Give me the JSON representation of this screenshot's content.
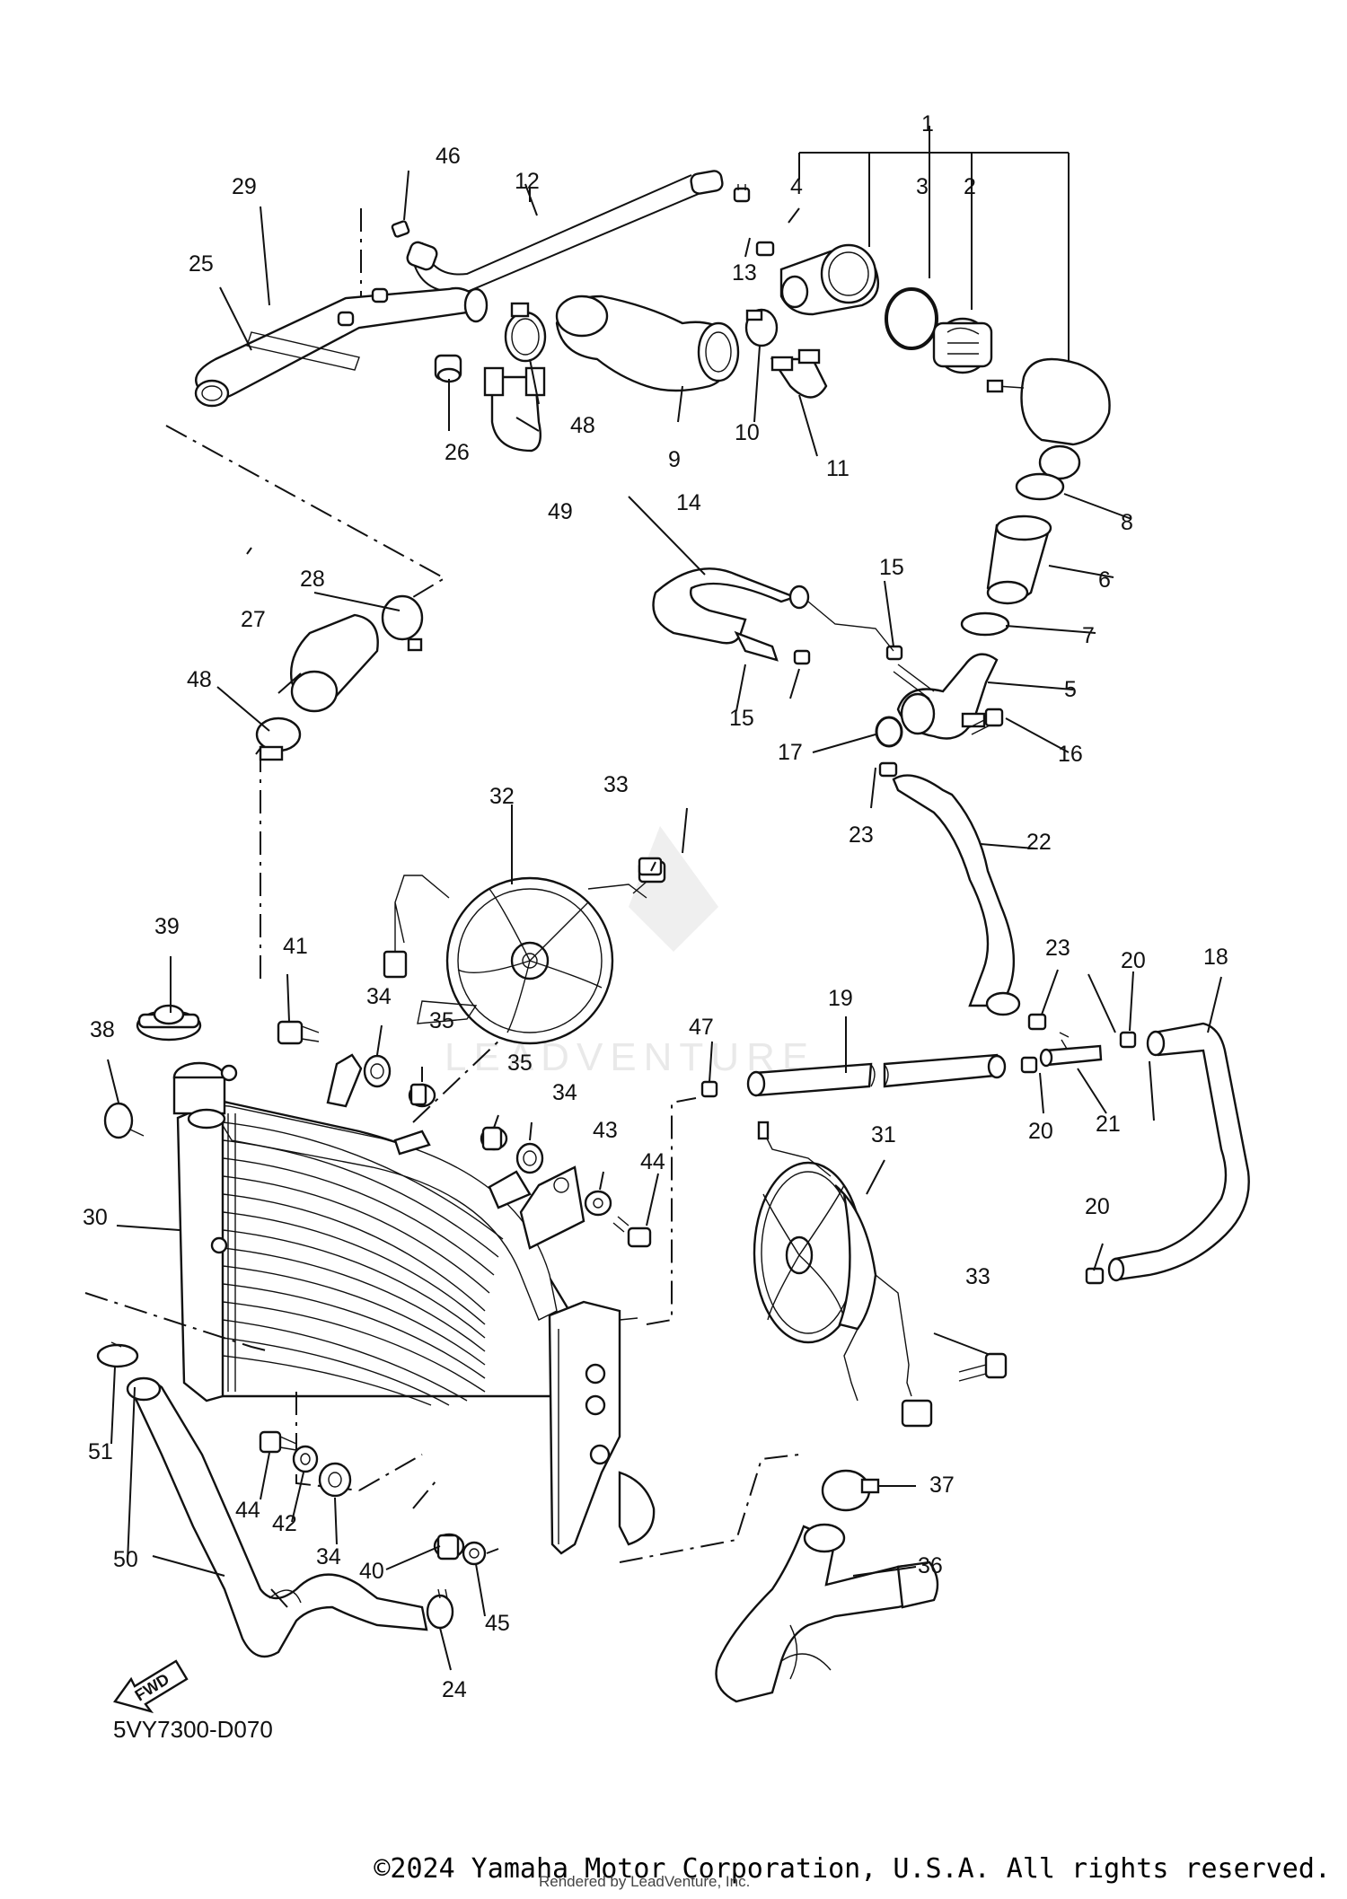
{
  "diagram_code": "5VY7300-D070",
  "fwd_label": "FWD",
  "watermark": "LEADVENTURE",
  "copyright": "©2024 Yamaha Motor Corporation, U.S.A. All rights reserved.",
  "rendered_by": "Rendered by LeadVenture, Inc.",
  "callouts": [
    {
      "n": "1"
    },
    {
      "n": "2"
    },
    {
      "n": "3"
    },
    {
      "n": "4"
    },
    {
      "n": "5"
    },
    {
      "n": "6"
    },
    {
      "n": "7"
    },
    {
      "n": "8"
    },
    {
      "n": "9"
    },
    {
      "n": "10"
    },
    {
      "n": "11"
    },
    {
      "n": "12"
    },
    {
      "n": "13"
    },
    {
      "n": "14"
    },
    {
      "n": "15"
    },
    {
      "n": "15"
    },
    {
      "n": "16"
    },
    {
      "n": "17"
    },
    {
      "n": "18"
    },
    {
      "n": "19"
    },
    {
      "n": "20"
    },
    {
      "n": "20"
    },
    {
      "n": "20"
    },
    {
      "n": "21"
    },
    {
      "n": "22"
    },
    {
      "n": "23"
    },
    {
      "n": "23"
    },
    {
      "n": "24"
    },
    {
      "n": "25"
    },
    {
      "n": "26"
    },
    {
      "n": "27"
    },
    {
      "n": "28"
    },
    {
      "n": "29"
    },
    {
      "n": "30"
    },
    {
      "n": "31"
    },
    {
      "n": "32"
    },
    {
      "n": "33"
    },
    {
      "n": "33"
    },
    {
      "n": "34"
    },
    {
      "n": "34"
    },
    {
      "n": "34"
    },
    {
      "n": "35"
    },
    {
      "n": "35"
    },
    {
      "n": "36"
    },
    {
      "n": "37"
    },
    {
      "n": "38"
    },
    {
      "n": "39"
    },
    {
      "n": "40"
    },
    {
      "n": "41"
    },
    {
      "n": "42"
    },
    {
      "n": "43"
    },
    {
      "n": "44"
    },
    {
      "n": "44"
    },
    {
      "n": "45"
    },
    {
      "n": "46"
    },
    {
      "n": "47"
    },
    {
      "n": "48"
    },
    {
      "n": "48"
    },
    {
      "n": "49"
    },
    {
      "n": "50"
    },
    {
      "n": "51"
    }
  ]
}
